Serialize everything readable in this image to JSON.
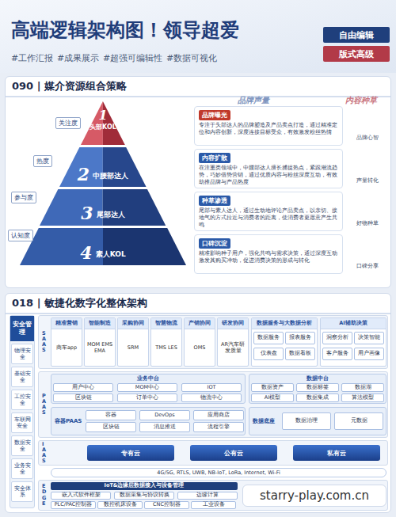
{
  "diagram": {
    "title": "高端逻辑架构图！领导超爱",
    "nodes": [
      {
        "text": [
          "自由编辑"
        ]
      },
      {
        "text": [
          "版式高级"
        ]
      },
      {
        "text": [
          "090 | 媒介资源组合策略"
        ]
      },
      {
        "text": [
          "1",
          "头部KOL"
        ],
        "in": 2
      },
      {
        "text": [
          "2",
          "中腰部达人"
        ],
        "in": 2
      },
      {
        "text": [
          "3",
          "尾部达人"
        ],
        "in": 2
      },
      {
        "text": [
          "4",
          "素人KOL"
        ],
        "in": 2
      },
      {
        "text": [
          "品牌曝光",
          "专注于头部达人的品牌塑造及产品卖点打造，通过精准定位和内容创新，深度连接目标受众，有效激发粉丝热情"
        ],
        "in": 2
      },
      {
        "text": [
          "内容扩散",
          "在注重类领域中，中腰部达人擅长捕捉热点，紧跟潮流趋势，巧妙借势营销，通过优质内容与粉丝深度互动，有效助推品牌与产品热度"
        ],
        "in": 2
      },
      {
        "text": [
          "种草渗透",
          "尾部与素人达人，通过生动地评论产品卖点，以亲切、接地气的方式拉近与消费者的距离，使消费者更愿意产生共鸣"
        ],
        "in": 2
      },
      {
        "text": [
          "口碑沉淀",
          "精准影响种子用户，强化共鸣与需求决策，通过深度互动激发其购买冲动，促进消费决策的形成与转化"
        ],
        "in": 2
      },
      {
        "text": [
          "018 | 敏捷化数字化整体架构"
        ]
      },
      {
        "text": [
          "安全管理"
        ],
        "in": 11
      },
      {
        "text": [
          "物理安全"
        ],
        "in": 12
      },
      {
        "text": [
          "基础安全"
        ],
        "in": 12
      },
      {
        "text": [
          "工控安全"
        ],
        "in": 12
      },
      {
        "text": [
          "车联网安全"
        ],
        "in": 12
      },
      {
        "text": [
          "数据安全"
        ],
        "in": 12
      },
      {
        "text": [
          "业务安全"
        ],
        "in": 12
      },
      {
        "text": [
          "安全体系"
        ],
        "in": 12
      },
      {
        "text": [
          "SAAS"
        ],
        "in": 11
      },
      {
        "text": [
          "精准营销",
          "商车app"
        ],
        "in": 20
      },
      {
        "text": [
          "智能制造",
          "MOM EMS EMA"
        ],
        "in": 20
      },
      {
        "text": [
          "采购协同",
          "SRM"
        ],
        "in": 20
      },
      {
        "text": [
          "智慧物流",
          "TMS LES"
        ],
        "in": 20
      },
      {
        "text": [
          "产销协同",
          "OMS"
        ],
        "in": 20
      },
      {
        "text": [
          "研发协同",
          "AR汽车研发质量"
        ],
        "in": 20
      },
      {
        "text": [
          "数据服务与大数据分析"
        ],
        "in": 20
      },
      {
        "text": [
          "数据服务"
        ],
        "in": 27
      },
      {
        "text": [
          "报表服务"
        ],
        "in": 27
      },
      {
        "text": [
          "仪表盘"
        ],
        "in": 27
      },
      {
        "text": [
          "数据看板"
        ],
        "in": 27
      },
      {
        "text": [
          "AI辅助决策"
        ],
        "in": 20
      },
      {
        "text": [
          "洞察分析"
        ],
        "in": 32
      },
      {
        "text": [
          "决策智能"
        ],
        "in": 32
      },
      {
        "text": [
          "客户服务"
        ],
        "in": 32
      },
      {
        "text": [
          "用户画像"
        ],
        "in": 32
      },
      {
        "text": [
          "PAAS"
        ],
        "in": 11
      },
      {
        "text": [
          "业务中台"
        ],
        "in": 37
      },
      {
        "text": [
          "用户中心"
        ],
        "in": 38
      },
      {
        "text": [
          "MOM中心"
        ],
        "in": 38
      },
      {
        "text": [
          "IOT"
        ],
        "in": 38
      },
      {
        "text": [
          "区块链"
        ],
        "in": 38
      },
      {
        "text": [
          "订单中心"
        ],
        "in": 38
      },
      {
        "text": [
          "物流中心"
        ],
        "in": 38
      },
      {
        "text": [
          "数据中台"
        ],
        "in": 37
      },
      {
        "text": [
          "数据资产"
        ],
        "in": 45
      },
      {
        "text": [
          "数据标签"
        ],
        "in": 45
      },
      {
        "text": [
          "数据湖"
        ],
        "in": 45
      },
      {
        "text": [
          "AI模型"
        ],
        "in": 45
      },
      {
        "text": [
          "数据集成"
        ],
        "in": 45
      },
      {
        "text": [
          "算法模型"
        ],
        "in": 45
      },
      {
        "text": [
          "容器PAAS"
        ],
        "in": 37
      },
      {
        "text": [
          "容器"
        ],
        "in": 52
      },
      {
        "text": [
          "DevOps"
        ],
        "in": 52
      },
      {
        "text": [
          "应用商店"
        ],
        "in": 52
      },
      {
        "text": [
          "区块链"
        ],
        "in": 52
      },
      {
        "text": [
          "消息推送"
        ],
        "in": 52
      },
      {
        "text": [
          "流程引擎"
        ],
        "in": 52
      },
      {
        "text": [
          "数据底座"
        ],
        "in": 37
      },
      {
        "text": [
          "数据治理"
        ],
        "in": 59
      },
      {
        "text": [
          "元数据"
        ],
        "in": 59
      },
      {
        "text": [
          "IAAS"
        ],
        "in": 11
      },
      {
        "text": [
          "专有云"
        ],
        "in": 62
      },
      {
        "text": [
          "公有云"
        ],
        "in": 62
      },
      {
        "text": [
          "私有云"
        ],
        "in": 62
      },
      {
        "text": [
          "4G/5G, RTLS, UWB, NB-IoT, LoRa, Internet, Wi-Fi"
        ],
        "in": 11
      },
      {
        "text": [
          "EDGE"
        ],
        "in": 11
      },
      {
        "text": [
          "IoT&边缘层数据接入与设备管理"
        ],
        "in": 67
      },
      {
        "text": [
          "嵌入式软件框架"
        ],
        "in": 67
      },
      {
        "text": [
          "数据采集与协议转换"
        ],
        "in": 67
      },
      {
        "text": [
          "边缘计算"
        ],
        "in": 67
      },
      {
        "text": [
          "PLC/PAC控制器"
        ],
        "in": 67
      },
      {
        "text": [
          "数控机床设备"
        ],
        "in": 67
      },
      {
        "text": [
          "CNC控制器"
        ],
        "in": 67
      },
      {
        "text": [
          "工业设备"
        ],
        "in": 67
      }
    ],
    "edges": [
      {
        "from": 3,
        "to": 7,
        "arrow": "none"
      },
      {
        "from": 4,
        "to": 8,
        "arrow": "none"
      },
      {
        "from": 5,
        "to": 9,
        "arrow": "none"
      },
      {
        "from": 6,
        "to": 10,
        "arrow": "none"
      }
    ],
    "labels": [
      "#工作汇报",
      "#成果展示",
      "#超强可编辑性",
      "#数据可视化",
      "关注度",
      "热度",
      "参与度",
      "认知度",
      "品牌声量",
      "内容种草",
      "品牌心智",
      "声量转化",
      "好物种草",
      "口碑分享",
      "starry-play.com.cn"
    ]
  }
}
